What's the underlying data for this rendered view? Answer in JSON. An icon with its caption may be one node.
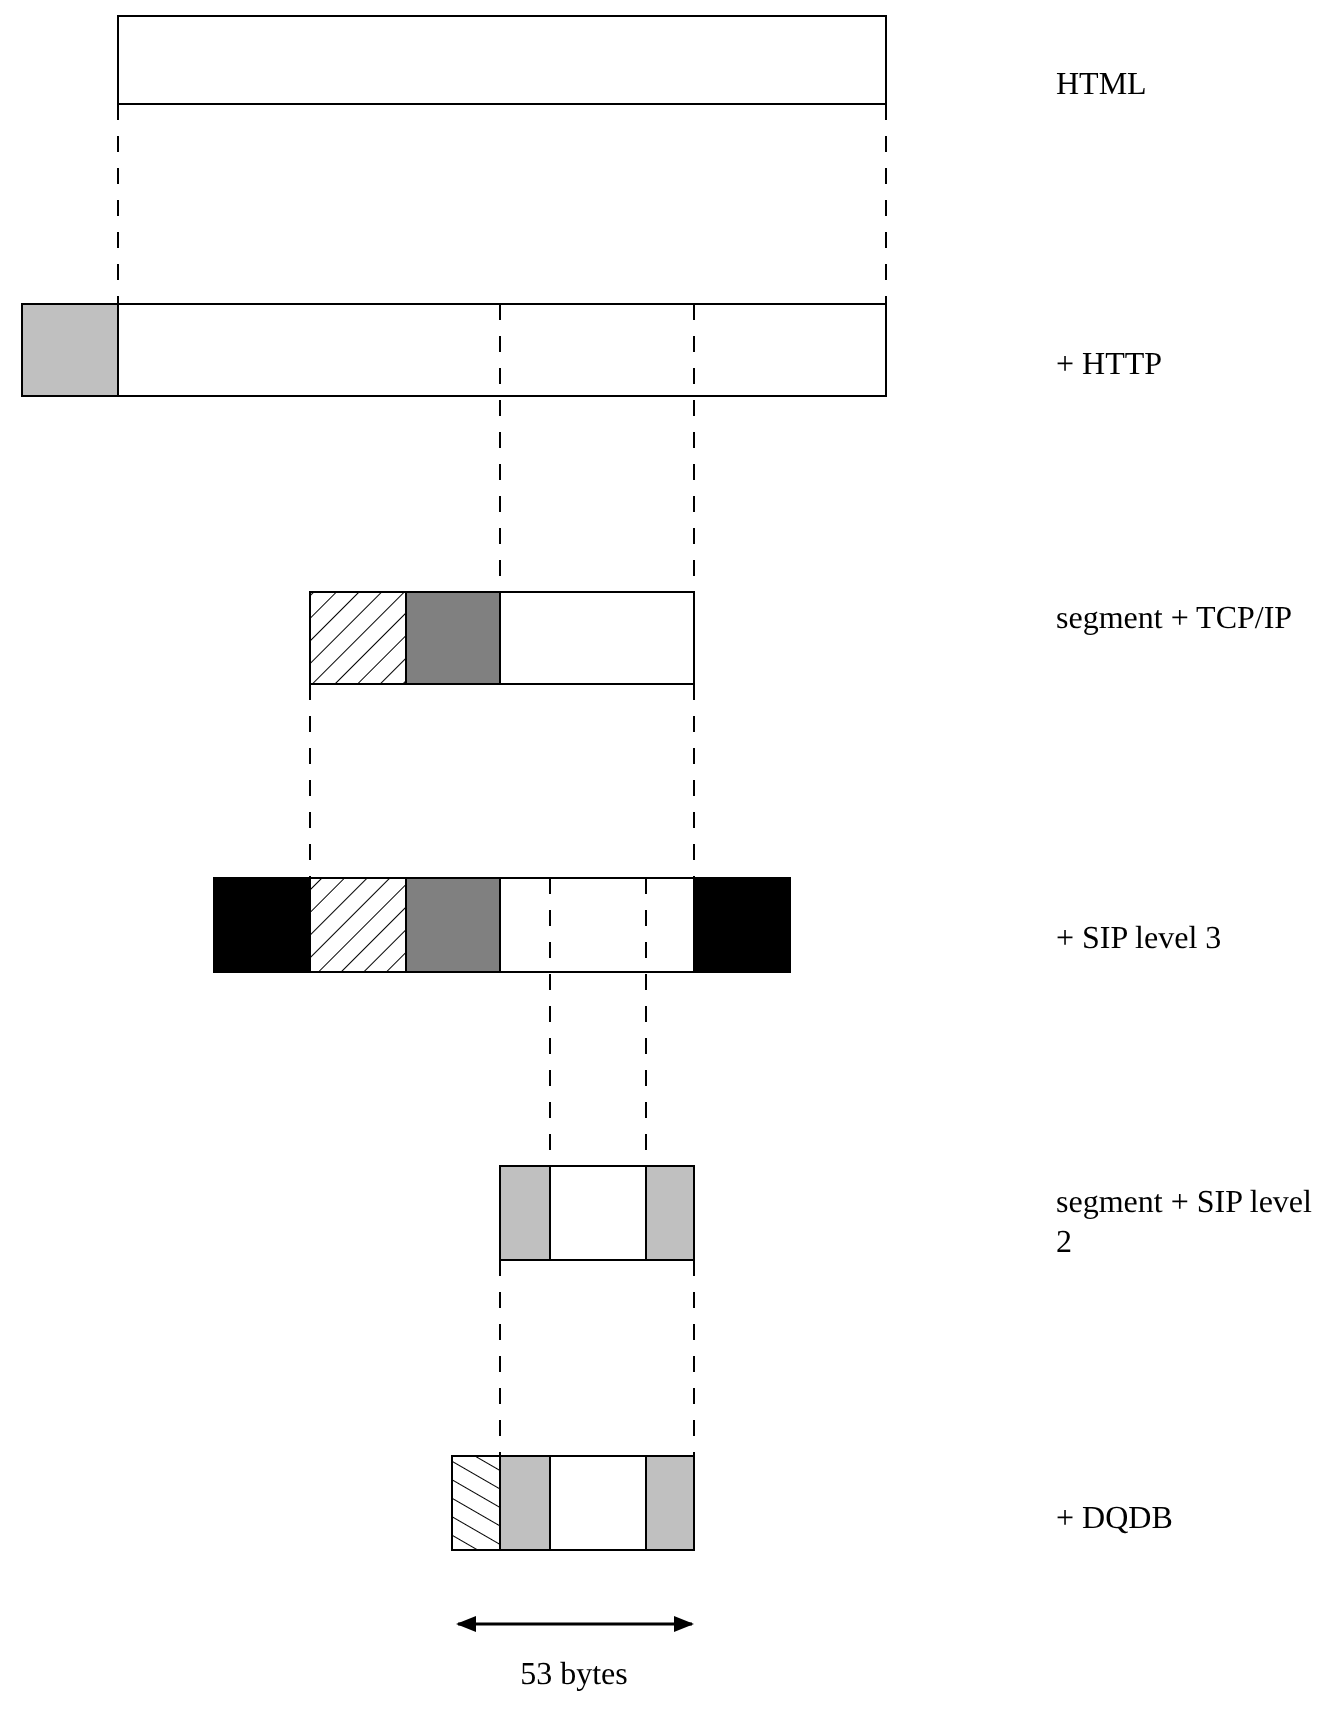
{
  "diagram": {
    "labels": [
      "HTML",
      "+ HTTP",
      "segment + TCP/IP",
      "+ SIP level 3",
      "segment + SIP level 2",
      "+ DQDB",
      "53 bytes"
    ]
  }
}
